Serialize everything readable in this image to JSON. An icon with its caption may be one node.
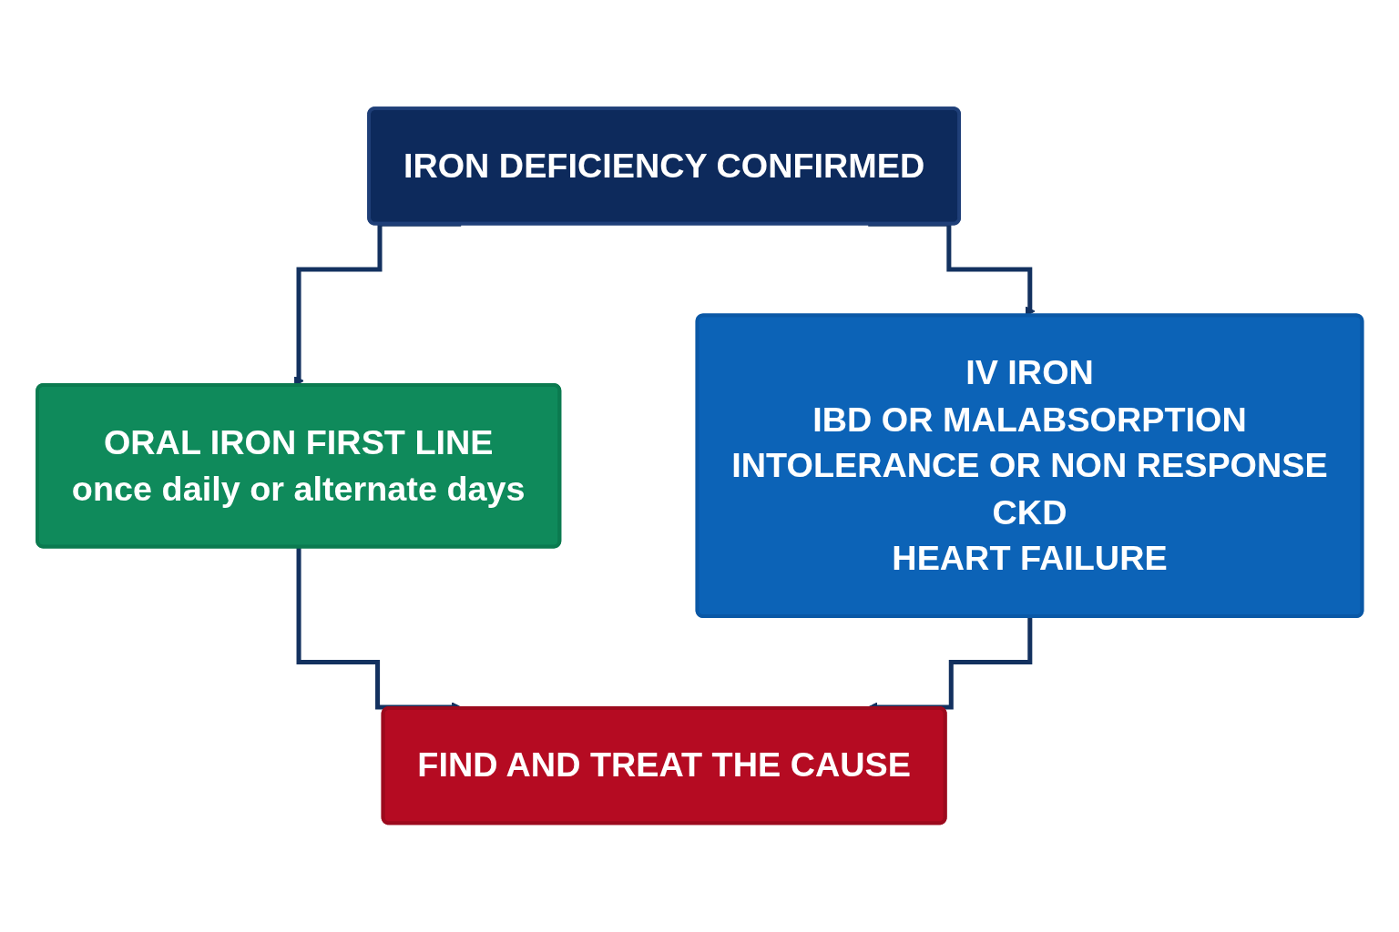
{
  "diagram": {
    "nodes": [
      {
        "text": [
          "IRON DEFICIENCY CONFIRMED"
        ]
      },
      {
        "text": [
          "ORAL IRON FIRST LINE",
          "once daily or alternate days"
        ]
      },
      {
        "text": [
          "IV IRON",
          "IBD OR MALABSORPTION",
          "INTOLERANCE OR NON RESPONSE",
          "CKD",
          "HEART FAILURE"
        ]
      },
      {
        "text": [
          "FIND AND TREAT THE CAUSE"
        ]
      }
    ],
    "edges": [
      {
        "from": 0,
        "to": 1,
        "arrow": "to"
      },
      {
        "from": 0,
        "to": 2,
        "arrow": "to"
      },
      {
        "from": 1,
        "to": 3,
        "arrow": "to"
      },
      {
        "from": 2,
        "to": 3,
        "arrow": "to"
      }
    ]
  }
}
